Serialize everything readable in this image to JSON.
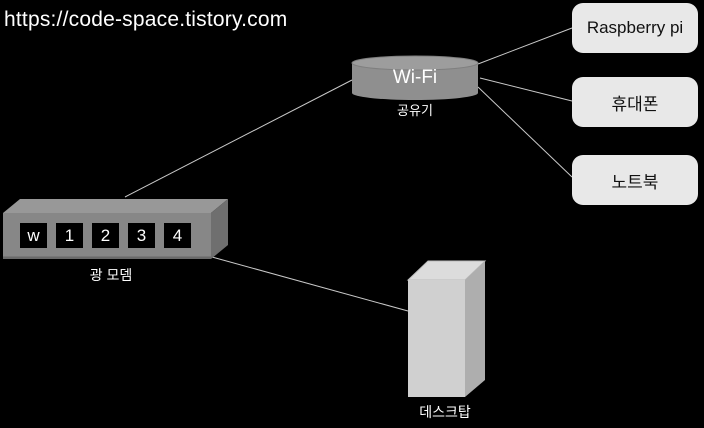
{
  "watermark": "https://code-space.tistory.com",
  "router": {
    "label": "Wi-Fi",
    "caption": "공유기"
  },
  "modem": {
    "caption": "광 모뎀",
    "ports": [
      "w",
      "1",
      "2",
      "3",
      "4"
    ]
  },
  "desktop": {
    "caption": "데스크탑"
  },
  "clients": [
    {
      "label": "Raspberry pi"
    },
    {
      "label": "휴대폰"
    },
    {
      "label": "노트북"
    }
  ],
  "colors": {
    "background": "#000000",
    "connection_line": "#c9c9c9",
    "router_body": "#8f8f8f",
    "router_top": "#9d9d9d",
    "modem_front": "#878787",
    "modem_top": "#989898",
    "modem_side": "#6f6f6f",
    "modem_bottom_edge": "#6a6a6a",
    "port_background": "#000000",
    "port_text": "#ffffff",
    "tower_front": "#d0d0d0",
    "tower_top": "#dcdcdc",
    "tower_side": "#aeaeae",
    "client_box": "#e8e8e8",
    "client_text": "#111111",
    "label_text": "#ffffff"
  }
}
